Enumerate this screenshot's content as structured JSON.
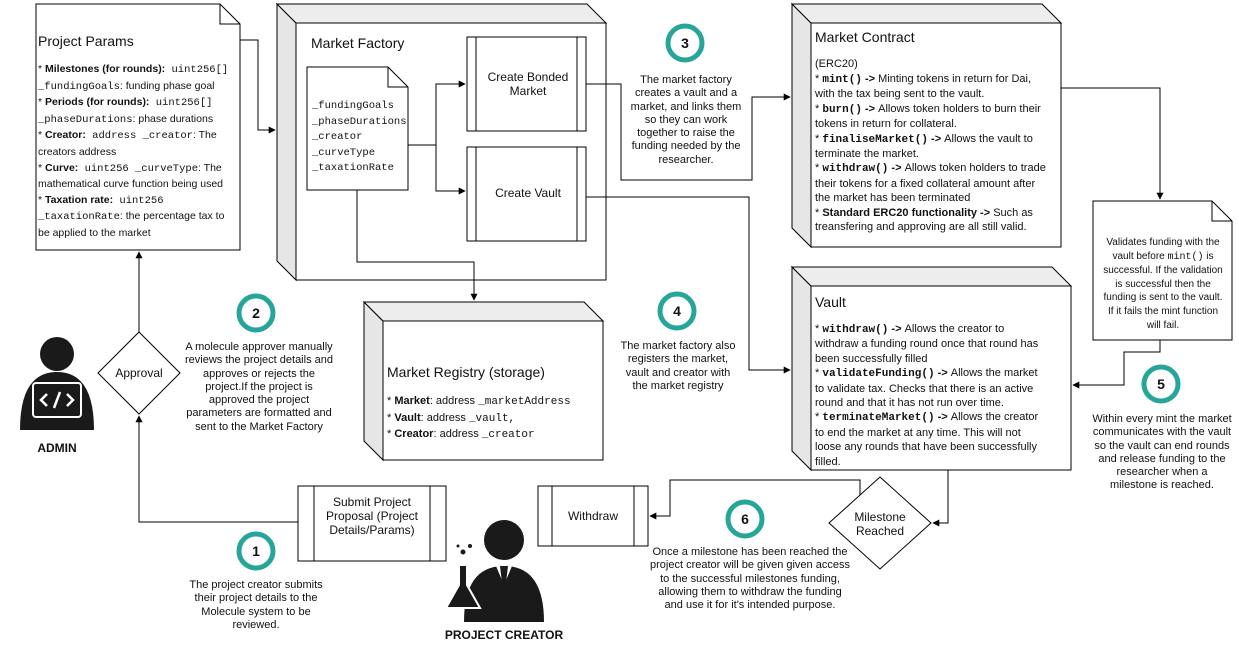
{
  "project_params": {
    "title": "Project Params",
    "lines": [
      {
        "bullet": "* ",
        "name": "Milestones (for rounds):",
        "type": " uint256[]"
      },
      {
        "code": "_fundingGoals",
        "desc": ": funding phase goal"
      },
      {
        "bullet": "* ",
        "name": "Periods (for rounds):",
        "type": " uint256[]"
      },
      {
        "code": "_phaseDurations",
        "desc": ": phase durations"
      },
      {
        "bullet": "* ",
        "name": "Creator:",
        "type": " address _creator",
        "desc": ": The"
      },
      {
        "desc": "creators address"
      },
      {
        "bullet": "* ",
        "name": "Curve:",
        "type": " uint256 _curveType",
        "desc": ": The"
      },
      {
        "desc": "mathematical curve function being used"
      },
      {
        "bullet": "* ",
        "name": "Taxation rate:",
        "type": " uint256"
      },
      {
        "code": "_taxationRate",
        "desc": ": the percentage tax to"
      },
      {
        "desc": "be applied to the market"
      }
    ]
  },
  "market_factory": {
    "title": "Market Factory",
    "params": [
      "_fundingGoals",
      "_phaseDurations",
      "_creator",
      "_curveType",
      "_taxationRate"
    ],
    "create_bonded_market": "Create Bonded Market",
    "create_vault": "Create Vault"
  },
  "market_contract": {
    "title": "Market Contract",
    "erc": "(ERC20)",
    "entries": [
      {
        "fn": "mint()",
        "arrow": " -> ",
        "lines": [
          "Minting tokens in return for Dai,",
          "with the tax being sent to the vault."
        ]
      },
      {
        "fn": "burn()",
        "arrow": " -> ",
        "lines": [
          "Allows token holders to burn their",
          "tokens in return for collateral."
        ]
      },
      {
        "fn": "finaliseMarket()",
        "arrow": " -> ",
        "lines": [
          "Allows the vault to",
          "terminate the market."
        ]
      },
      {
        "fn": "withdraw()",
        "arrow": " -> ",
        "lines": [
          "Allows token holders to trade",
          "their tokens for a fixed collateral amount after",
          "the market has been terminated"
        ]
      },
      {
        "fn": "Standard ERC20 functionality",
        "arrow": " -> ",
        "lines": [
          "Such as",
          "treansfering and approving are all still valid."
        ]
      }
    ]
  },
  "vault": {
    "title": "Vault",
    "entries": [
      {
        "fn": "withdraw()",
        "arrow": " -> ",
        "lines": [
          "Allows the creator to",
          "withdraw a funding round once that round has",
          "been successfully filled"
        ]
      },
      {
        "fn": "validateFunding()",
        "arrow": " -> ",
        "lines": [
          "Allows the market",
          "to validate tax. Checks that there is an active",
          "round and that it has not run over time."
        ]
      },
      {
        "fn": "terminateMarket()",
        "arrow": " -> ",
        "lines": [
          "Allows the creator",
          "to end the market at any time. This will not",
          "loose any rounds that have been successfully",
          "filled."
        ]
      }
    ]
  },
  "market_registry": {
    "title": "Market Registry (storage)",
    "fields": [
      {
        "name": "Market",
        "rest": ": address ",
        "code": "_marketAddress"
      },
      {
        "name": "Vault",
        "rest": ": address ",
        "code": "_vault,"
      },
      {
        "name": "Creator",
        "rest": ": address ",
        "code": "_creator"
      }
    ]
  },
  "validates_note": {
    "lines": [
      "Validates funding with the",
      "vault before ",
      "is",
      "successful. If the validation",
      "is successful then the",
      "funding is sent to the vault.",
      "If it fails the mint function",
      "will fail."
    ],
    "code": "mint()"
  },
  "approval": "Approval",
  "milestone_reached": "Milestone Reached",
  "submit_proposal": "Submit Project Proposal (Project Details/Params)",
  "withdraw": "Withdraw",
  "steps": [
    {
      "n": "1",
      "text": "The project creator submits their project details to the Molecule system to be reviewed."
    },
    {
      "n": "2",
      "text": "A molecule approver manually reviews the project details and approves or rejects the project.If the project is approved the project parameters are formatted and sent to the Market Factory"
    },
    {
      "n": "3",
      "text": "The market factory creates a vault and a market, and links them so they can work together to raise the funding needed by the researcher."
    },
    {
      "n": "4",
      "text": "The market factory also registers the market, vault and creator with the market registry"
    },
    {
      "n": "5",
      "text": "Within every mint the market communicates with the vault so the vault can end rounds and release funding to the researcher when a milestone is reached."
    },
    {
      "n": "6",
      "text": "Once a milestone has been reached the project creator will be given given access to the successful milestones funding, allowing them to withdraw the funding and use it for it's intended purpose."
    }
  ],
  "actors": {
    "admin": "ADMIN",
    "project_creator": "PROJECT CREATOR"
  },
  "colors": {
    "circle": "#26a69a",
    "stroke": "#000000"
  }
}
